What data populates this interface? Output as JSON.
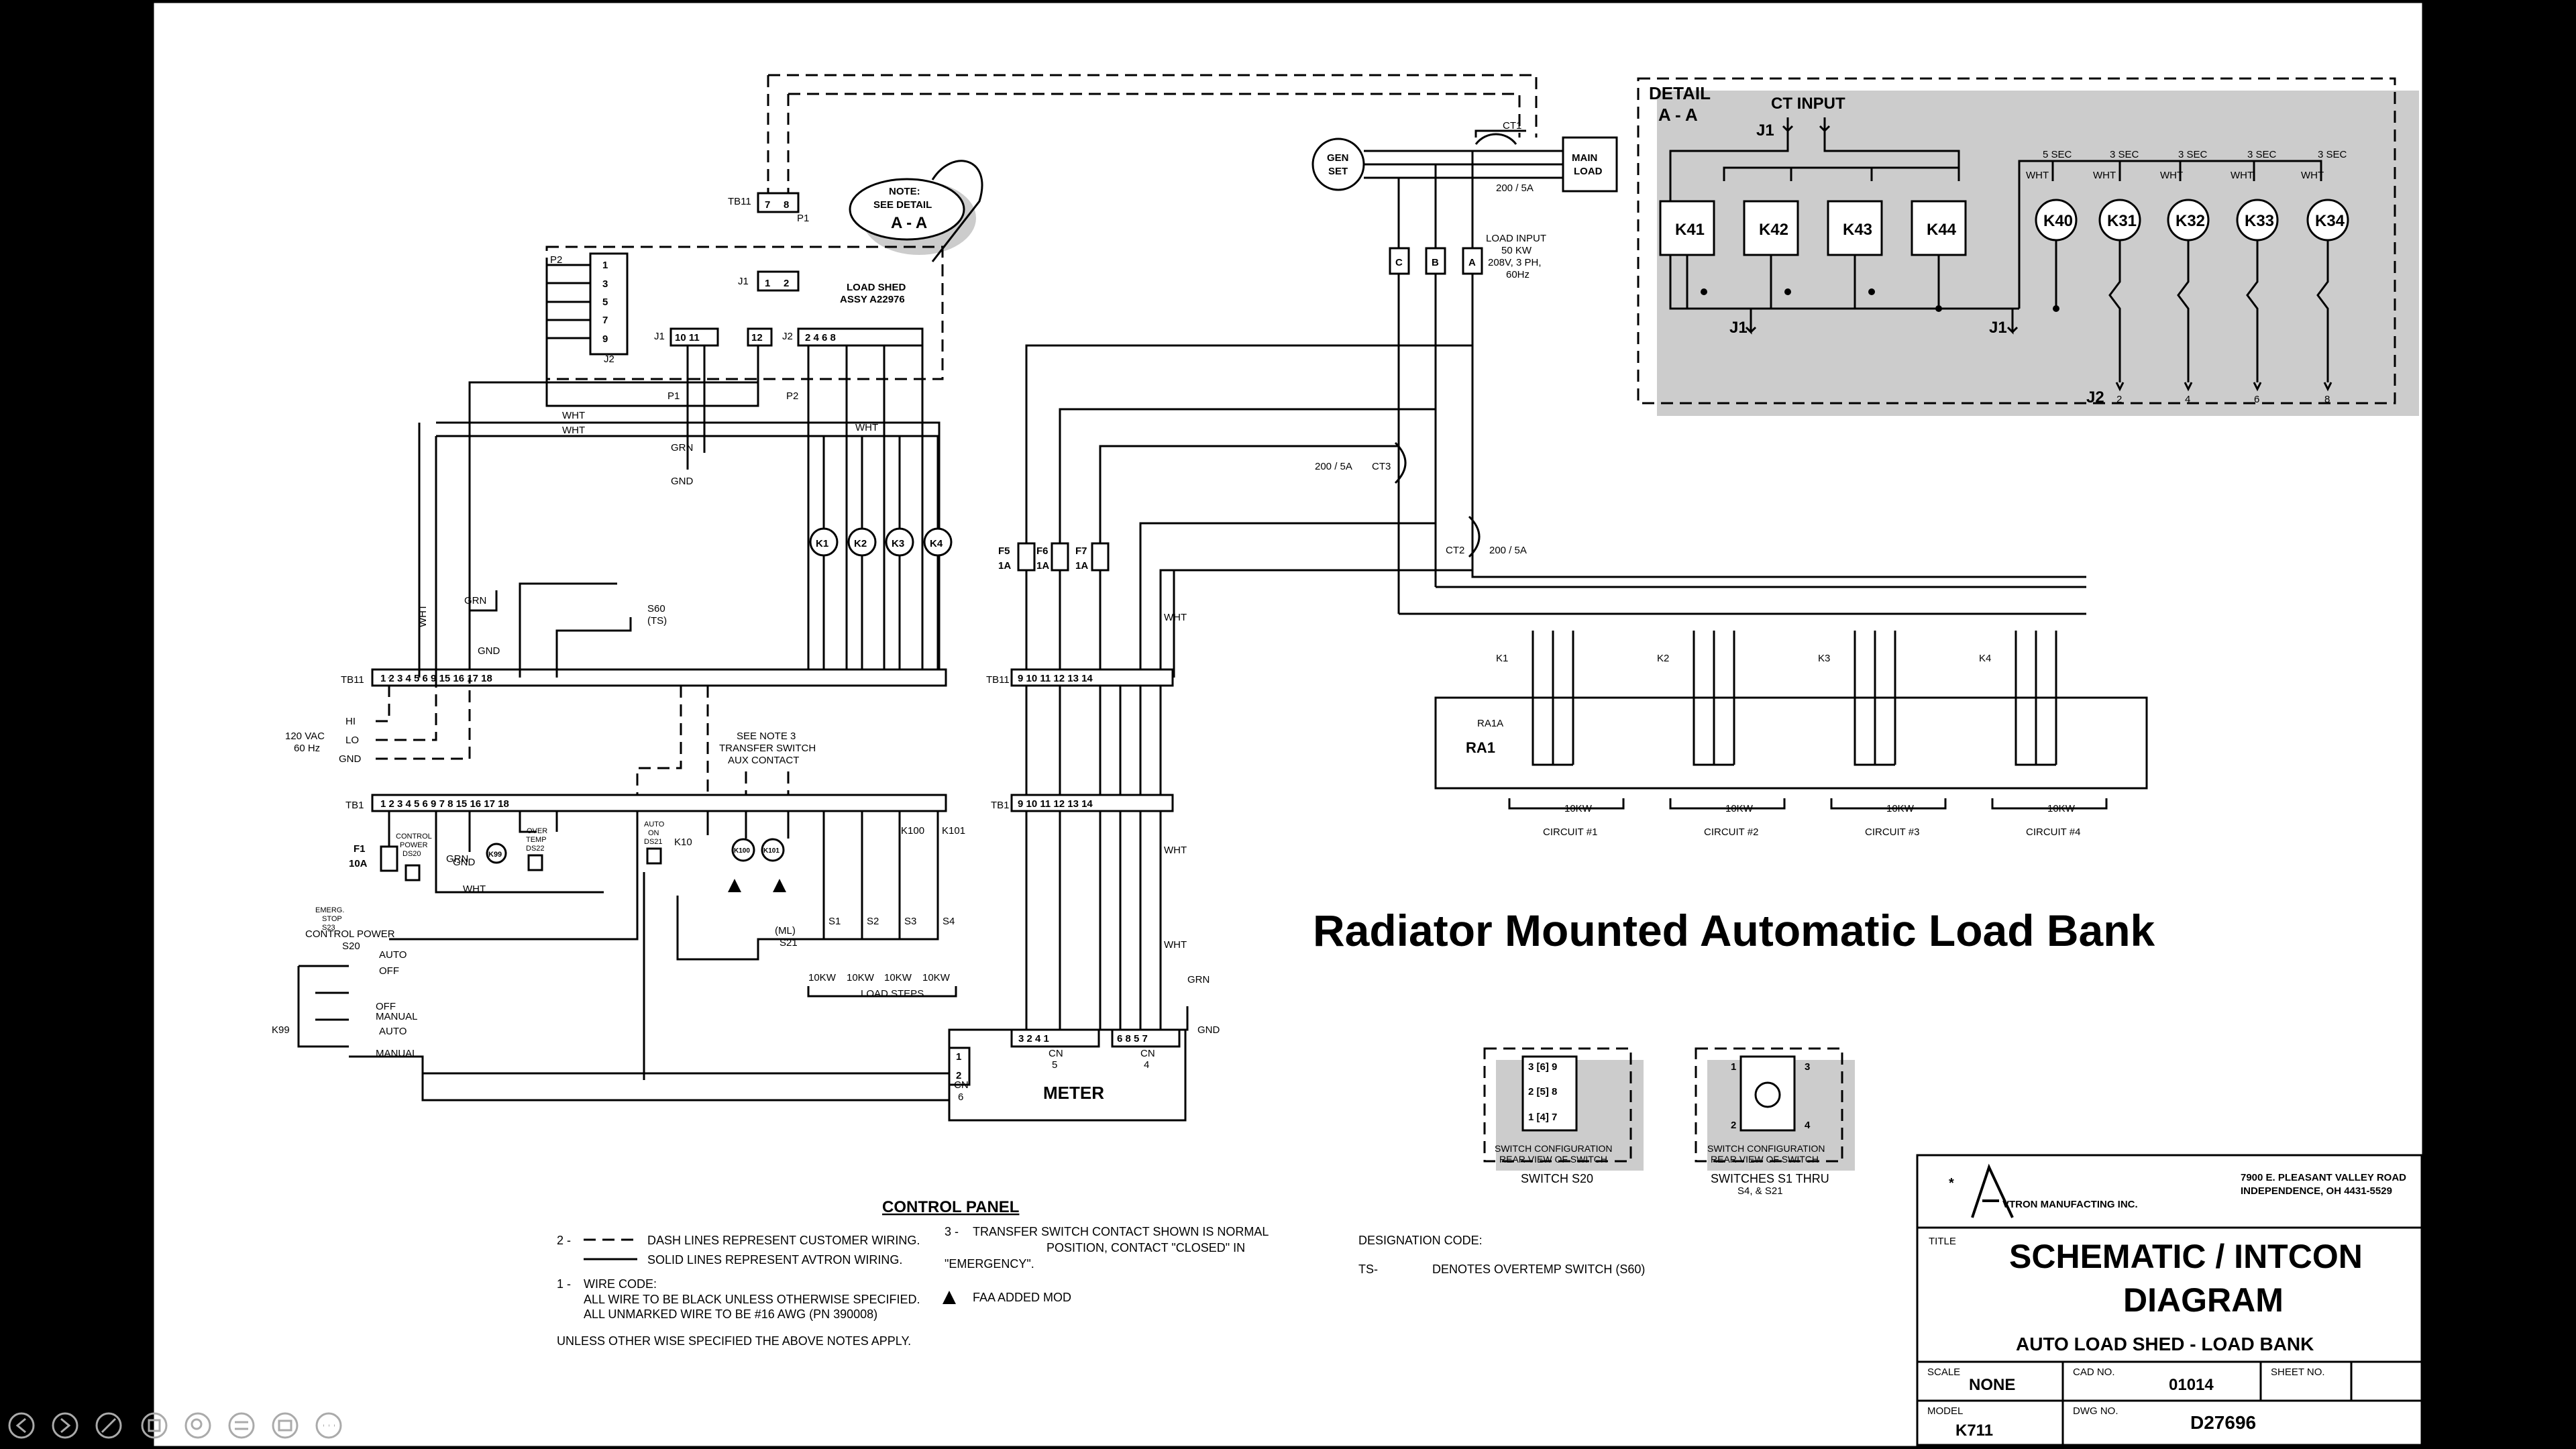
{
  "title": "Radiator Mounted Automatic Load Bank",
  "detail": {
    "heading": "DETAIL",
    "sub": "A - A",
    "ct_input": "CT INPUT",
    "j1": "J1",
    "j2": "J2",
    "contactors": [
      "K41",
      "K42",
      "K43",
      "K44"
    ],
    "timers": [
      {
        "id": "K40",
        "sec": "5 SEC"
      },
      {
        "id": "K31",
        "sec": "3 SEC"
      },
      {
        "id": "K32",
        "sec": "3 SEC"
      },
      {
        "id": "K33",
        "sec": "3 SEC"
      },
      {
        "id": "K34",
        "sec": "3 SEC"
      }
    ],
    "wht": "WHT",
    "pins_bottom": [
      "2",
      "4",
      "6",
      "8"
    ]
  },
  "top": {
    "gen_set": [
      "GEN",
      "SET"
    ],
    "main_load": [
      "MAIN",
      "LOAD"
    ],
    "ct1": "CT1",
    "ratio": "200 / 5A",
    "load_input": [
      "LOAD INPUT",
      "50 KW",
      "208V, 3 PH,",
      "60Hz"
    ],
    "phases": [
      "C",
      "B",
      "A"
    ]
  },
  "note": {
    "lines": [
      "NOTE:",
      "SEE DETAIL",
      "A - A"
    ],
    "load_shed": [
      "LOAD SHED",
      "ASSY A22976"
    ]
  },
  "relays": [
    "K1",
    "K2",
    "K3",
    "K4"
  ],
  "fuses": [
    {
      "id": "F5",
      "rating": "1A"
    },
    {
      "id": "F6",
      "rating": "1A"
    },
    {
      "id": "F7",
      "rating": "1A"
    }
  ],
  "ct": {
    "ct2": "CT2",
    "ct3": "CT3",
    "ratio": "200 / 5A"
  },
  "load_bank": {
    "ra1": "RA1",
    "ra1a": "RA1A",
    "kw": "10KW",
    "circuits": [
      "CIRCUIT #1",
      "CIRCUIT #2",
      "CIRCUIT #3",
      "CIRCUIT #4"
    ],
    "contacts": [
      "K1",
      "K2",
      "K3",
      "K4"
    ]
  },
  "tb11_left": [
    "1",
    "2",
    "3",
    "4",
    "5",
    "6",
    "9",
    "15",
    "16",
    "17",
    "18"
  ],
  "tb1_left": [
    "1",
    "2",
    "3",
    "4",
    "5",
    "6",
    "9",
    "7",
    "8",
    "15",
    "16",
    "17",
    "18"
  ],
  "tb_right": [
    "9",
    "10",
    "11",
    "12",
    "13",
    "14"
  ],
  "supply": [
    "120 VAC",
    "60 Hz",
    "HI",
    "LO",
    "GND"
  ],
  "control": {
    "fuse": "F1",
    "fuse_rating": "10A",
    "control_power": "CONTROL POWER",
    "s20": "S20",
    "auto": "AUTO",
    "off": "OFF",
    "manual": "MANUAL",
    "k99": "K99",
    "emerg": [
      "EMERG.",
      "STOP",
      "S23"
    ],
    "ds20": [
      "CONTROL",
      "POWER",
      "DS20"
    ],
    "auto_on": [
      "AUTO",
      "ON",
      "DS21"
    ],
    "over_temp": [
      "OVER",
      "TEMP",
      "DS22"
    ],
    "k100": "K100",
    "k101": "K101",
    "k10": "K10",
    "s21": [
      "(ML)",
      "S21"
    ],
    "steps": [
      "S1",
      "S2",
      "S3",
      "S4"
    ],
    "load_steps": "LOAD STEPS",
    "see_note": [
      "SEE NOTE 3",
      "TRANSFER SWITCH",
      "AUX CONTACT"
    ],
    "s60": [
      "S60",
      "(TS)"
    ],
    "grn": "GRN",
    "gnd": "GND"
  },
  "meter": {
    "label": "METER",
    "cn5": [
      "CN",
      "5"
    ],
    "cn4": [
      "CN",
      "4"
    ],
    "cn6": [
      "CN",
      "6"
    ]
  },
  "switch_cfg": [
    {
      "caption": [
        "SWITCH CONFIGURATION",
        "REAR VIEW OF SWITCH"
      ],
      "name": "SWITCH S20"
    },
    {
      "caption": [
        "SWITCH CONFIGURATION",
        "REAR VIEW OF SWITCH"
      ],
      "name": "SWITCHES S1 THRU",
      "name2": "S4, & S21"
    }
  ],
  "notes": {
    "heading": "CONTROL PANEL",
    "n2": "2 -",
    "n2a": "DASH LINES REPRESENT CUSTOMER WIRING.",
    "n2b": "SOLID LINES REPRESENT AVTRON WIRING.",
    "n1": "1 -",
    "n1a": "WIRE CODE:",
    "n1b": "ALL WIRE TO BE BLACK UNLESS OTHERWISE SPECIFIED.",
    "n1c": "ALL UNMARKED WIRE TO BE #16 AWG (PN 390008)",
    "unless": "UNLESS OTHER WISE SPECIFIED THE ABOVE NOTES APPLY.",
    "n3": "3 -",
    "n3a": "TRANSFER SWITCH CONTACT SHOWN IS NORMAL",
    "n3b": "POSITION, CONTACT \"CLOSED\" IN",
    "n3c": "\"EMERGENCY\".",
    "faa": "FAA ADDED MOD",
    "designation": "DESIGNATION CODE:",
    "ts": "TS-",
    "ts_text": "DENOTES OVERTEMP SWITCH (S60)"
  },
  "title_block": {
    "company": "VTRON MANUFACTING INC.",
    "address": [
      "7900 E. PLEASANT VALLEY ROAD",
      "INDEPENDENCE, OH 4431-5529"
    ],
    "title_label": "TITLE",
    "title": [
      "SCHEMATIC / INTCON",
      "DIAGRAM"
    ],
    "subtitle": "AUTO LOAD SHED - LOAD BANK",
    "scale_label": "SCALE",
    "scale": "NONE",
    "cad_label": "CAD NO.",
    "cad": "01014",
    "sheet_label": "SHEET NO.",
    "model_label": "MODEL",
    "model": "K711",
    "dwg_label": "DWG NO.",
    "dwg": "D27696"
  },
  "controls": [
    "prev-icon",
    "next-icon",
    "pen-icon",
    "grid-icon",
    "zoom-icon",
    "menu-icon",
    "slides-icon",
    "more-icon"
  ]
}
